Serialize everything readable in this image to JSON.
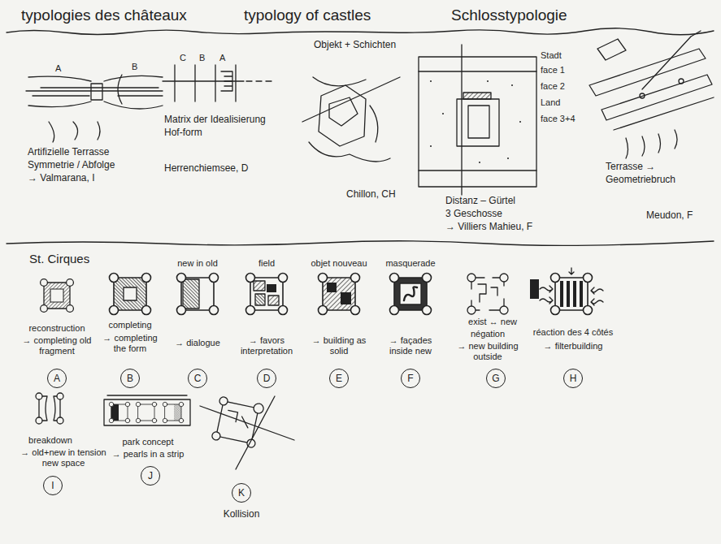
{
  "diagram": {
    "title": "typologies des châteaux",
    "nodes": [
      {
        "text": [
          "A"
        ]
      },
      {
        "text": [
          "B"
        ]
      },
      {
        "text": [
          "C"
        ]
      },
      {
        "text": [
          "D"
        ]
      },
      {
        "text": [
          "E"
        ]
      },
      {
        "text": [
          "F"
        ]
      },
      {
        "text": [
          "G"
        ]
      },
      {
        "text": [
          "H"
        ]
      },
      {
        "text": [
          "I"
        ]
      },
      {
        "text": [
          "J"
        ]
      },
      {
        "text": [
          "K"
        ]
      }
    ],
    "labels": [
      "typology of castles",
      "Schlosstypologie",
      "A",
      "B",
      "Artifizielle Terrasse",
      "Symmetrie / Abfolge",
      "→ Valmarana, I",
      "C",
      "B",
      "A",
      "Matrix der Idealisierung",
      "Hof-form",
      "Herrenchiemsee, D",
      "Objekt + Schichten",
      "Chillon, CH",
      "Stadt",
      "face 1",
      "face 2",
      "Land",
      "face 3+4",
      "Distanz – Gürtel",
      "3 Geschosse",
      "→ Villiers Mahieu, F",
      "Terrasse →",
      "Geometriebruch",
      "Meudon, F",
      "St. Cirques",
      "reconstruction",
      "→ completing old fragment",
      "completing",
      "→ completing the form",
      "new in old",
      "→ dialogue",
      "field",
      "→ favors interpretation",
      "objet nouveau",
      "→ building as solid",
      "masquerade",
      "→ façades inside new",
      "exist ↔ new",
      "négation",
      "→ new building outside",
      "réaction des 4 côtés",
      "→ filterbuilding",
      "breakdown",
      "→ old+new in tension new space",
      "park concept",
      "→ pearls in a strip",
      "Kollision"
    ]
  }
}
